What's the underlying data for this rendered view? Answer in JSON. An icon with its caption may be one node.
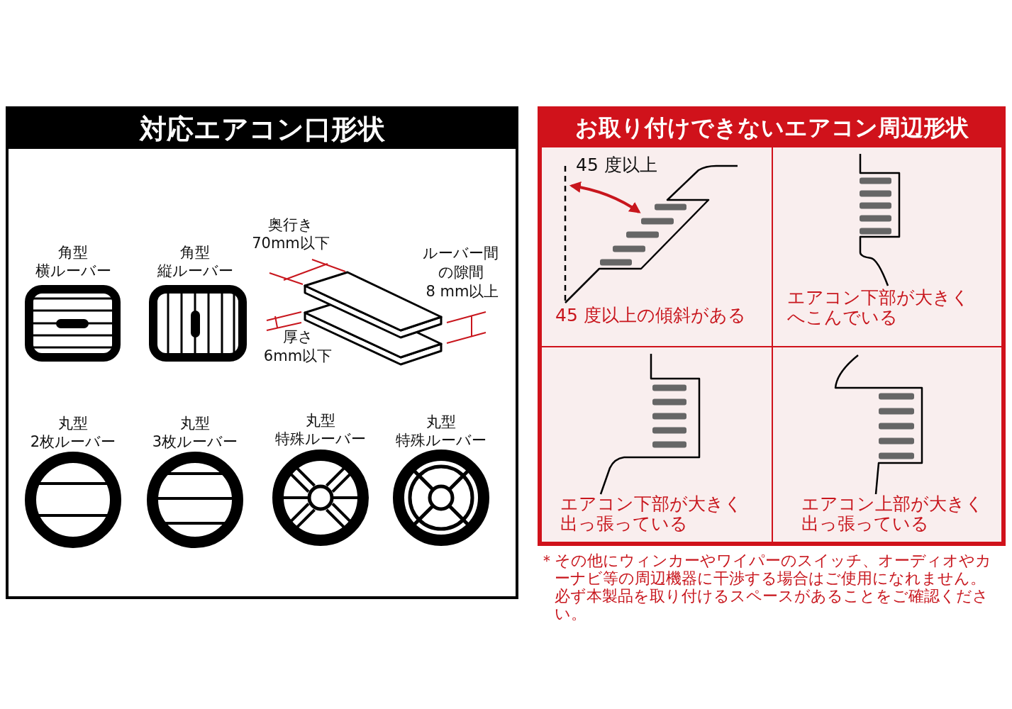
{
  "diagram": {
    "nodes": [
      {
        "text": [
          "対応エアコン口形状"
        ]
      },
      {
        "text": [
          "お取り付けできないエアコン周辺形状"
        ]
      },
      {
        "text": [
          "45 度以上",
          "45 度以上の傾斜がある"
        ],
        "in": 1
      },
      {
        "text": [
          "エアコン下部が大きくへこんでいる"
        ],
        "in": 1
      },
      {
        "text": [
          "エアコン下部が大きく出っ張っている"
        ],
        "in": 1
      },
      {
        "text": [
          "エアコン上部が大きく出っ張っている"
        ],
        "in": 1
      }
    ],
    "labels": [
      "奥行き",
      "70mm以下",
      "角型",
      "横ルーバー",
      "角型",
      "縦ルーバー",
      "ルーバー間の隙間",
      "8 mm以上",
      "厚さ",
      "6mm以下",
      "丸型",
      "2枚ルーバー",
      "丸型",
      "3枚ルーバー",
      "丸型",
      "特殊ルーバー",
      "丸型",
      "特殊ルーバー",
      "＊その他にウィンカーやワイパーのスイッチ、オーディオやカーナビ等の周辺機器に干渉する場合はご使用になれません。必ず本製品を取り付けるスペースがあることをご確認ください。"
    ]
  }
}
